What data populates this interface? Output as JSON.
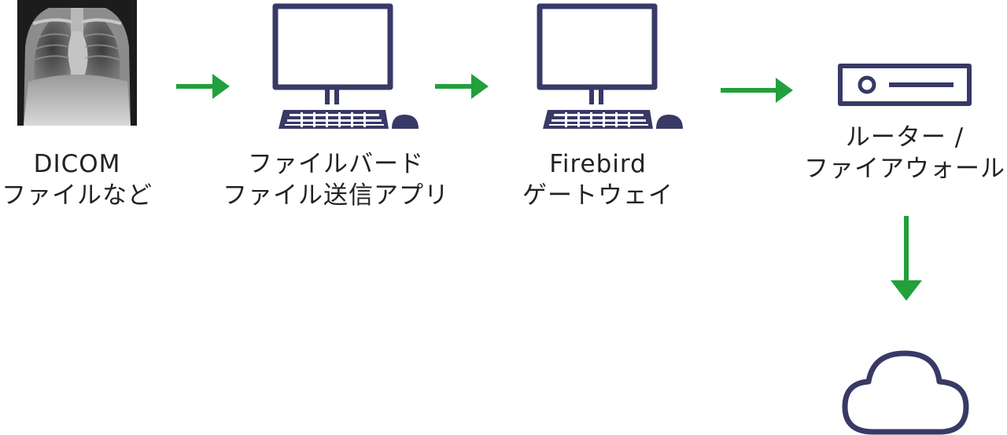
{
  "colors": {
    "icon": "#383966",
    "arrow": "#21a03c",
    "text": "#222222"
  },
  "nodes": {
    "dicom": {
      "icon": "xray-image-icon",
      "line1": "DICOM",
      "line2": "ファイルなど"
    },
    "filebird": {
      "icon": "computer-icon",
      "line1": "ファイルバード",
      "line2": "ファイル送信アプリ"
    },
    "firebird": {
      "icon": "computer-icon",
      "line1": "Firebird",
      "line2": "ゲートウェイ"
    },
    "router": {
      "icon": "router-icon",
      "line1": "ルーター /",
      "line2": "ファイアウォール"
    },
    "cloud": {
      "icon": "cloud-icon"
    }
  }
}
